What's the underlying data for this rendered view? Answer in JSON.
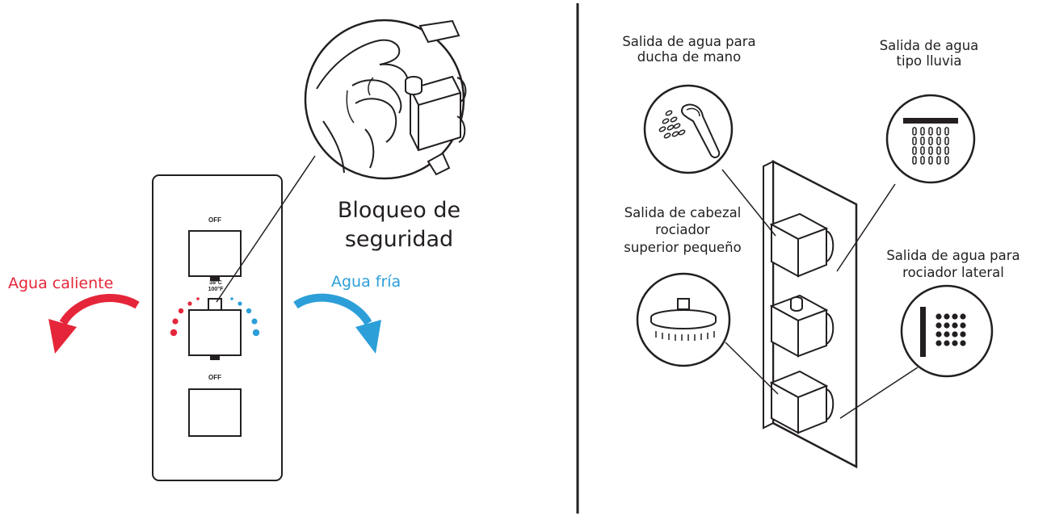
{
  "left_panel": {
    "off_top": "OFF",
    "off_bottom": "OFF",
    "temp_c": "38°C",
    "temp_f": "100°F",
    "hot_label": "Agua caliente",
    "cold_label": "Agua fría",
    "lock_label_line1": "Bloqueo de",
    "lock_label_line2": "seguridad"
  },
  "right_panel": {
    "handheld_line1": "Salida de agua para",
    "handheld_line2": "ducha de mano",
    "rain_line1": "Salida de agua",
    "rain_line2": "tipo lluvia",
    "small_head_line1": "Salida de cabezal",
    "small_head_line2": "rociador",
    "small_head_line3": "superior pequeño",
    "side_line1": "Salida de agua para",
    "side_line2": "rociador lateral"
  },
  "colors": {
    "hot": "#e5263a",
    "cold": "#2c9fd9",
    "line": "#231f20"
  },
  "icons": [
    "handheld-shower-icon",
    "rain-shower-icon",
    "small-showerhead-icon",
    "side-jets-icon",
    "finger-press-icon"
  ]
}
